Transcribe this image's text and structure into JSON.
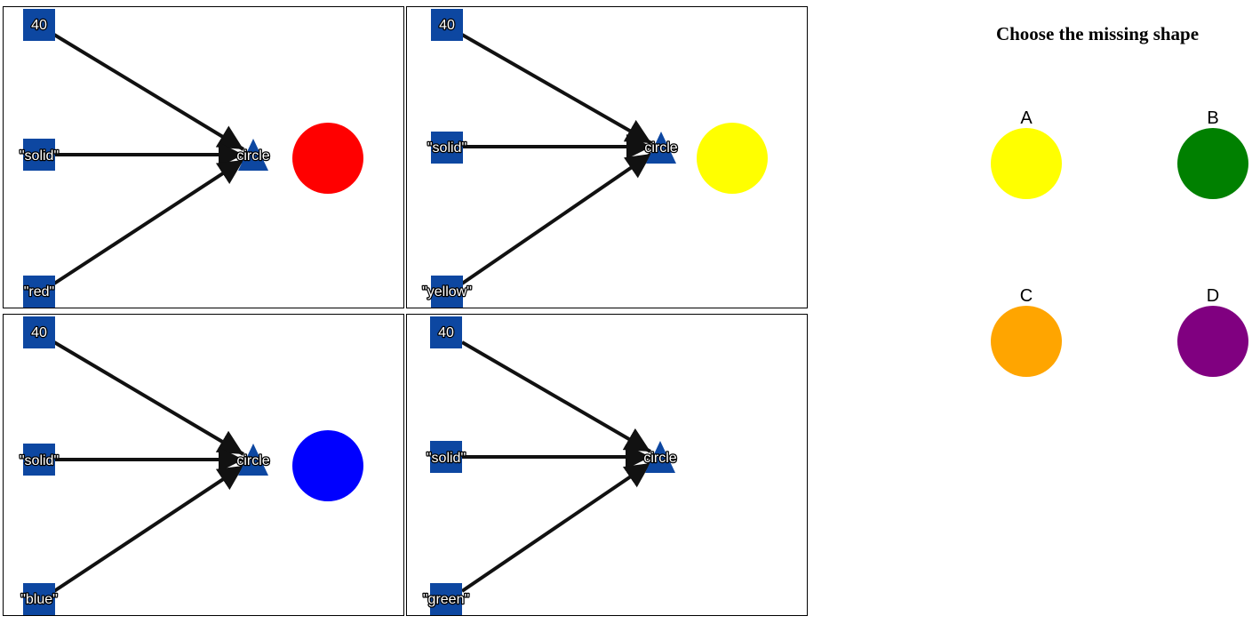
{
  "panels": [
    {
      "inputs": {
        "size": "40",
        "style": "\"solid\"",
        "color": "\"red\""
      },
      "output": "circle",
      "result": {
        "shape": "circle",
        "color": "#ff0000"
      }
    },
    {
      "inputs": {
        "size": "40",
        "style": "\"solid\"",
        "color": "\"yellow\""
      },
      "output": "circle",
      "result": {
        "shape": "circle",
        "color": "#ffff00"
      }
    },
    {
      "inputs": {
        "size": "40",
        "style": "\"solid\"",
        "color": "\"blue\""
      },
      "output": "circle",
      "result": {
        "shape": "circle",
        "color": "#0000ff"
      }
    },
    {
      "inputs": {
        "size": "40",
        "style": "\"solid\"",
        "color": "\"green\""
      },
      "output": "circle",
      "result": null
    }
  ],
  "question": "Choose the missing shape",
  "options": [
    {
      "letter": "A",
      "color": "#ffff00"
    },
    {
      "letter": "B",
      "color": "#008000"
    },
    {
      "letter": "C",
      "color": "#ffa500"
    },
    {
      "letter": "D",
      "color": "#800080"
    }
  ],
  "node_color": "#0d47a1"
}
